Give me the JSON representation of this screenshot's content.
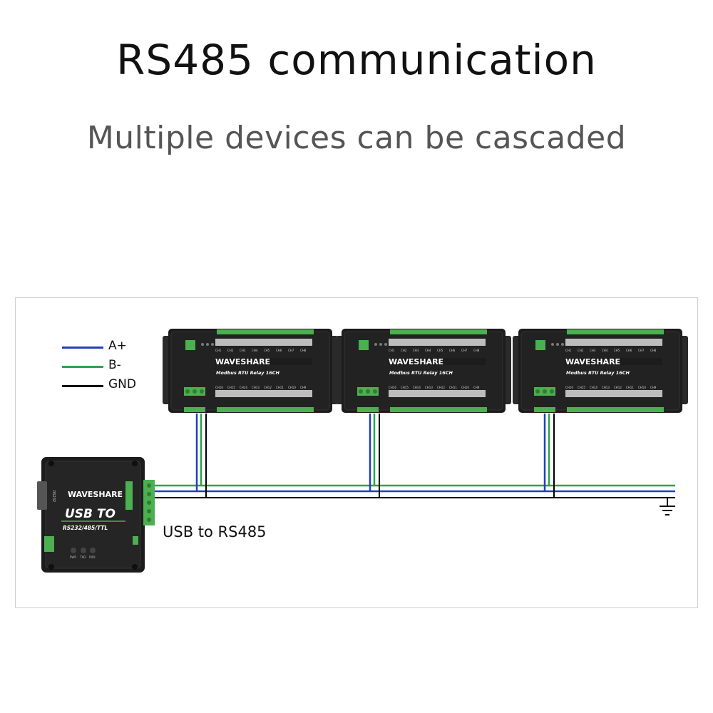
{
  "header": {
    "title": "RS485 communication",
    "subtitle": "Multiple devices can be cascaded"
  },
  "legend": [
    {
      "label": "A+",
      "color": "#1f3fbf"
    },
    {
      "label": "B-",
      "color": "#2ca34a"
    },
    {
      "label": "GND",
      "color": "#000000"
    }
  ],
  "relay_module": {
    "brand": "WAVESHARE",
    "model": "Modbus RTU Relay 16CH",
    "channels_top": [
      "CH1",
      "CH2",
      "CH3",
      "CH4",
      "CH5",
      "CH6",
      "CH7",
      "CH8"
    ],
    "channels_bottom": [
      "CH16",
      "CH15",
      "CH14",
      "CH13",
      "CH12",
      "CH11",
      "CH10",
      "CH9"
    ]
  },
  "converter": {
    "brand": "WAVESHARE",
    "title": "USB TO",
    "subtitle": "RS232/485/TTL",
    "side_label": "RS232",
    "leds": [
      "PWR",
      "TXD",
      "RXD"
    ],
    "caption": "USB to RS485"
  },
  "colors": {
    "device_body": "#1c1c1c",
    "terminal_green": "#4caf50",
    "wire_a": "#1f3fbf",
    "wire_b": "#2ca34a",
    "wire_gnd": "#000000"
  }
}
